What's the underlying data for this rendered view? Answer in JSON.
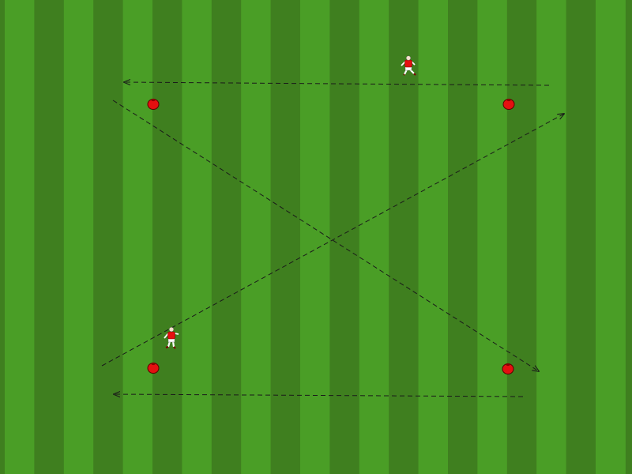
{
  "pitch": {
    "stripe_count": 21,
    "stripe_colors": [
      "#3f7f1f",
      "#4a9e26"
    ],
    "line_color": "#1a1a1a"
  },
  "markers": {
    "cone_color": "#e41010",
    "player_shirt_color": "#e41010",
    "player_shorts_color": "#ffffff",
    "cone_count": 4,
    "player_count": 2
  },
  "movements": {
    "style": "dashed",
    "arrow_count": 4
  }
}
